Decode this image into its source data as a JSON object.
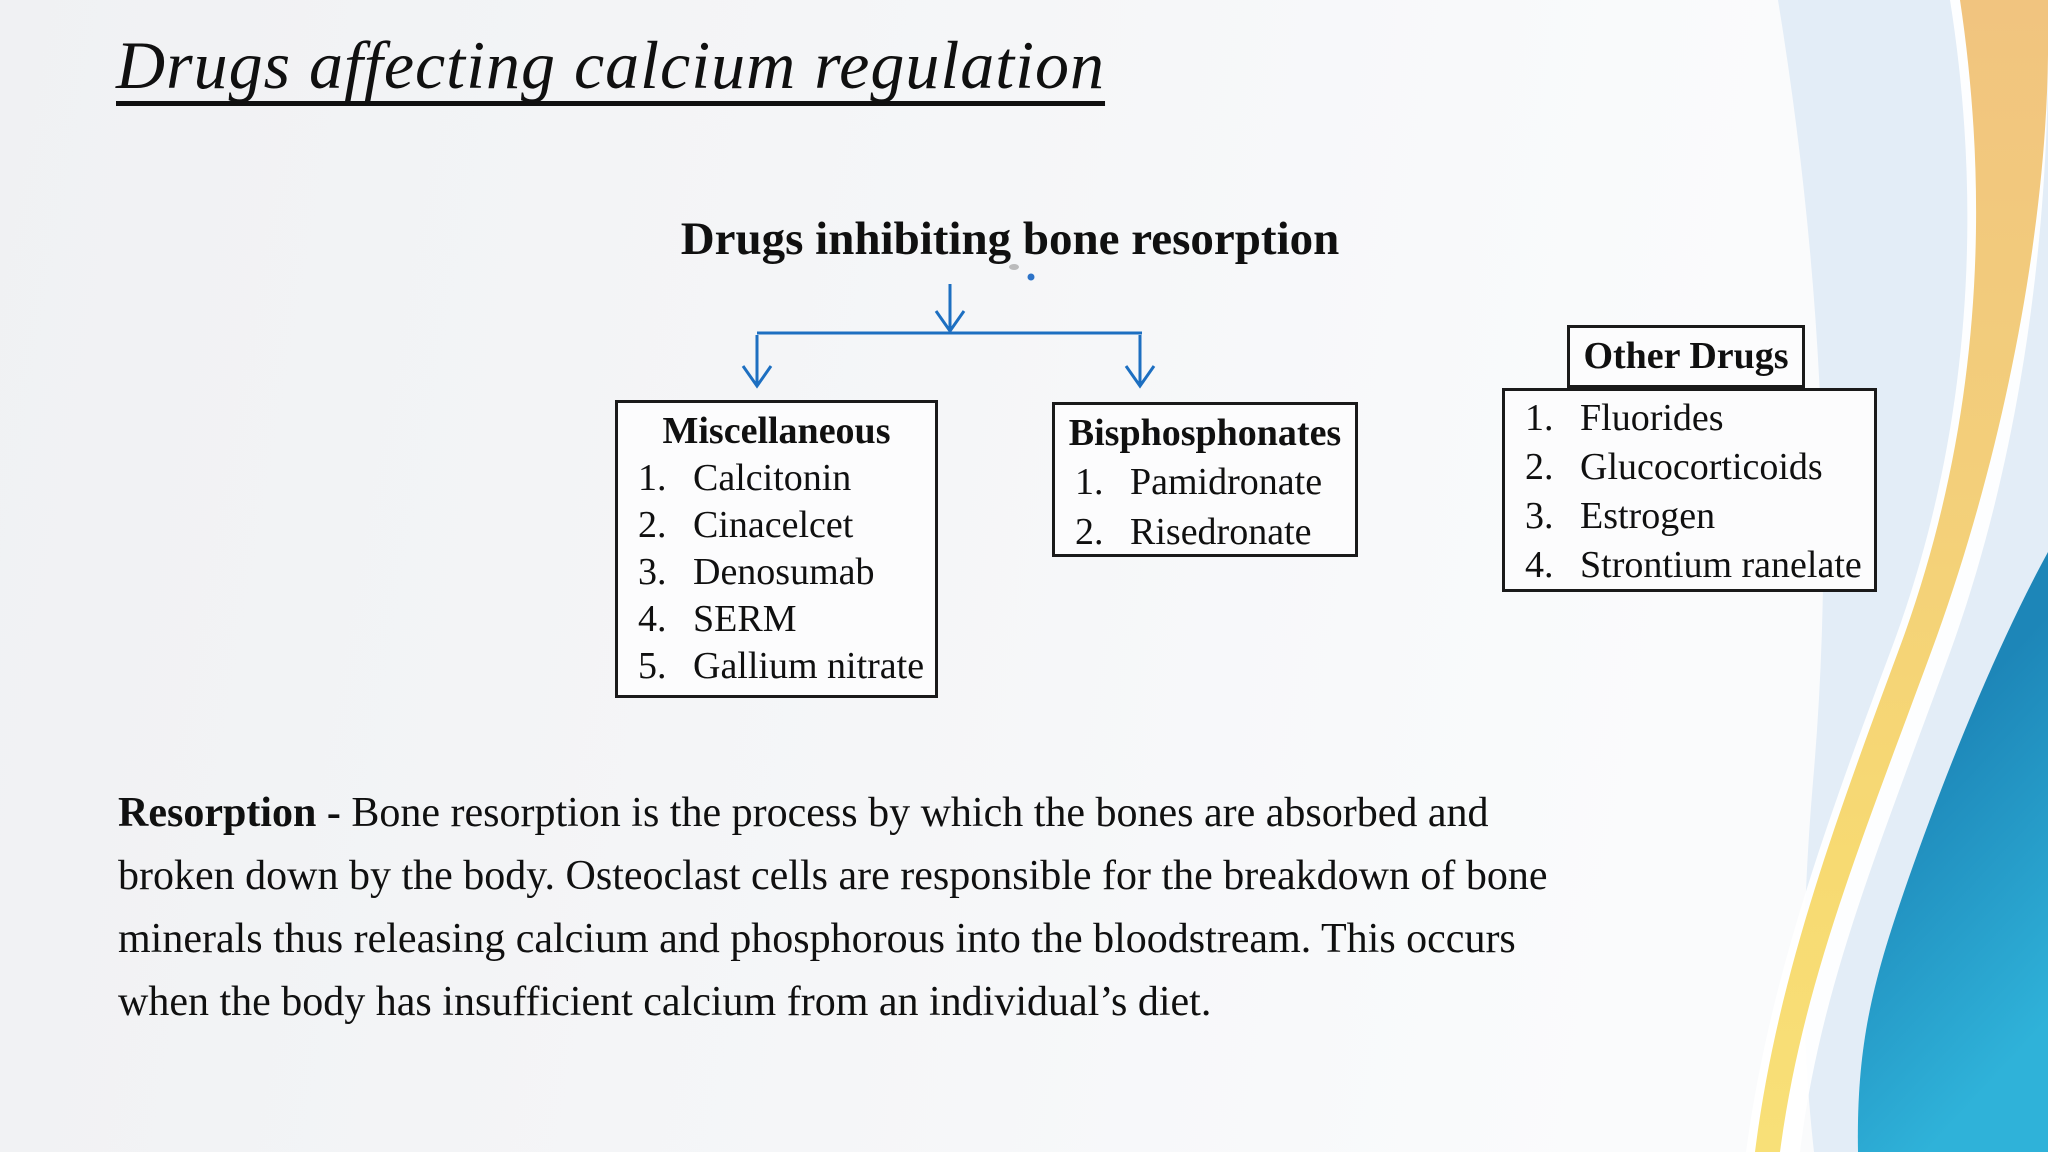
{
  "slide": {
    "title": "Drugs affecting calcium regulation",
    "heading": "Drugs inhibiting bone resorption"
  },
  "boxes": {
    "miscellaneous": {
      "title": "Miscellaneous",
      "items": [
        {
          "num": "1.",
          "label": "Calcitonin"
        },
        {
          "num": "2.",
          "label": "Cinacelcet"
        },
        {
          "num": "3.",
          "label": "Denosumab"
        },
        {
          "num": "4.",
          "label": "SERM"
        },
        {
          "num": "5.",
          "label": "Gallium nitrate"
        }
      ]
    },
    "bisphosphonates": {
      "title": "Bisphosphonates",
      "items": [
        {
          "num": "1.",
          "label": "Pamidronate"
        },
        {
          "num": "2.",
          "label": "Risedronate"
        }
      ]
    },
    "other_drugs": {
      "title": "Other Drugs",
      "items": [
        {
          "num": "1.",
          "label": "Fluorides"
        },
        {
          "num": "2.",
          "label": "Glucocorticoids"
        },
        {
          "num": "3.",
          "label": "Estrogen"
        },
        {
          "num": "4.",
          "label": "Strontium ranelate"
        }
      ]
    }
  },
  "paragraph": {
    "lead": "Resorption - ",
    "lines": [
      "Bone resorption is the process by which the bones are absorbed and",
      "broken down by the body. Osteoclast cells are responsible for the breakdown of bone",
      "minerals thus releasing calcium and phosphorous into the bloodstream. This occurs",
      "when the body has insufficient calcium from an individual’s diet."
    ]
  },
  "colors": {
    "arrow_blue": "#1d6fc1",
    "teal_dark": "#1d86b8",
    "teal_light": "#2fb2d9",
    "band_orange": "#f1c47f",
    "band_yellow": "#f8df74",
    "pale_blue": "#e3edf7",
    "box_border": "#1a1a1a"
  }
}
